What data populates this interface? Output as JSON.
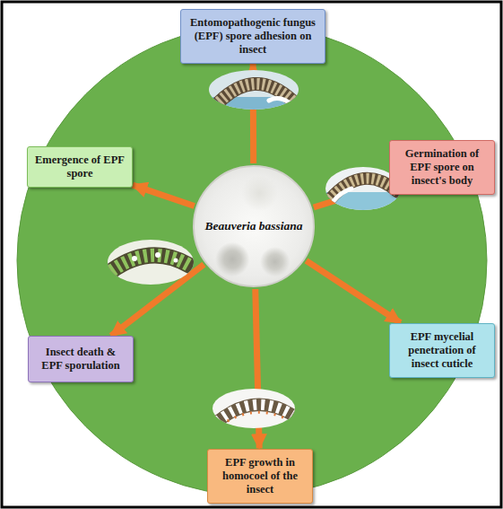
{
  "diagram": {
    "nodes": [
      {
        "text": [
          "Beauveria bassiana"
        ]
      },
      {
        "text": [
          "Entomopathogenic fungus (EPF) spore adhesion on insect"
        ]
      },
      {
        "text": [
          "Germination of EPF spore on insect's body"
        ]
      },
      {
        "text": [
          "EPF mycelial penetration of insect cuticle"
        ]
      },
      {
        "text": [
          "EPF growth in homocoel of the insect"
        ]
      },
      {
        "text": [
          "Insect death & EPF sporulation"
        ]
      },
      {
        "text": [
          "Emergence of EPF spore"
        ]
      }
    ],
    "edges": [
      {
        "from": 0,
        "to": 1,
        "arrow": "to"
      },
      {
        "from": 0,
        "to": 2,
        "arrow": "to"
      },
      {
        "from": 0,
        "to": 3,
        "arrow": "to"
      },
      {
        "from": 0,
        "to": 4,
        "arrow": "to"
      },
      {
        "from": 0,
        "to": 5,
        "arrow": "to"
      },
      {
        "from": 0,
        "to": 6,
        "arrow": "to"
      }
    ]
  }
}
